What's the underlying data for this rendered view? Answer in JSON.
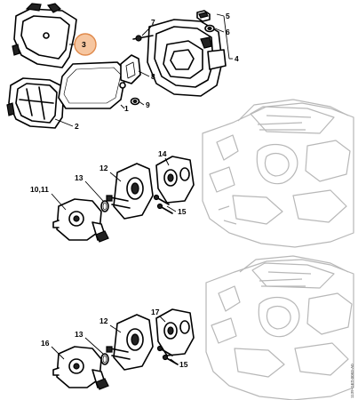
{
  "diagram": {
    "highlighted_part": "3",
    "highlight_color": "#f6c6a0",
    "labels": {
      "l1": "1",
      "l2": "2",
      "l3": "3",
      "l4": "4",
      "l5": "5",
      "l6": "6",
      "l7": "7",
      "l8": "8",
      "l9": "9",
      "l10_11": "10,11",
      "l12_top": "12",
      "l13_top": "13",
      "l14": "14",
      "l15_top": "15",
      "l12_bot": "12",
      "l13_bot": "13",
      "l15_bot": "15",
      "l16": "16",
      "l17": "17"
    },
    "reference_code": "1139-GET-0093-A0"
  }
}
